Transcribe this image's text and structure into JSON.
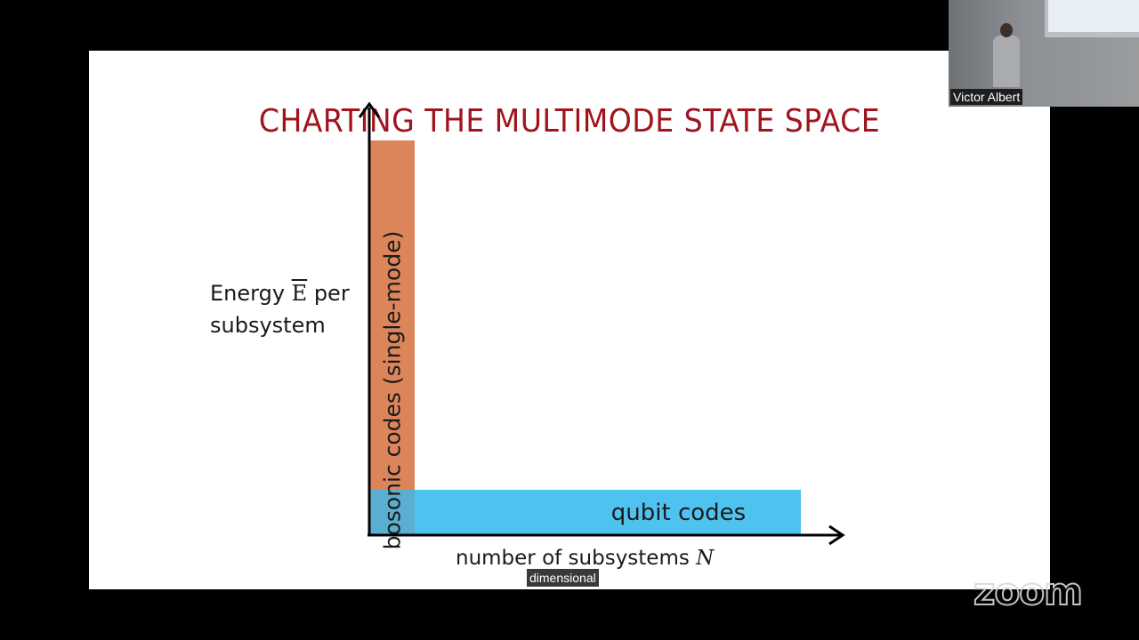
{
  "slide": {
    "title": "CHARTING THE MULTIMODE STATE SPACE",
    "y_axis_label_part1": "Energy ",
    "y_axis_label_symbol": "E",
    "y_axis_label_part2": " per",
    "y_axis_label_line2": "subsystem",
    "x_axis_label": "number of subsystems ",
    "x_axis_symbol": "N",
    "bosonic_region_label": "bosonic codes (single-mode)",
    "qubit_region_label": "qubit codes",
    "colors": {
      "title": "#a0141e",
      "bosonic_region": "#dc855a",
      "qubit_region": "#4fc3f0"
    }
  },
  "caption": {
    "text": "dimensional"
  },
  "video": {
    "participant_name": "Victor Albert"
  },
  "watermark": {
    "text": "zoom"
  }
}
